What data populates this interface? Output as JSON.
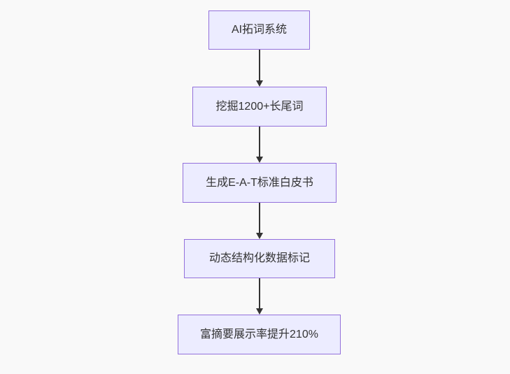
{
  "diagram": {
    "type": "flowchart",
    "direction": "top-down",
    "nodes": [
      {
        "id": "n1",
        "label": "AI拓词系统"
      },
      {
        "id": "n2",
        "label": "挖掘1200+长尾词"
      },
      {
        "id": "n3",
        "label": "生成E-A-T标准白皮书"
      },
      {
        "id": "n4",
        "label": "动态结构化数据标记"
      },
      {
        "id": "n5",
        "label": "富摘要展示率提升210%"
      }
    ],
    "edges": [
      {
        "from": "n1",
        "to": "n2",
        "style": "arrow-down"
      },
      {
        "from": "n2",
        "to": "n3",
        "style": "arrow-down"
      },
      {
        "from": "n3",
        "to": "n4",
        "style": "arrow-down"
      },
      {
        "from": "n4",
        "to": "n5",
        "style": "arrow-down"
      }
    ],
    "colors": {
      "background": "#f9f9f9",
      "node_fill": "#ececff",
      "node_border": "#9370db",
      "text": "#333333",
      "arrow": "#333333"
    }
  }
}
